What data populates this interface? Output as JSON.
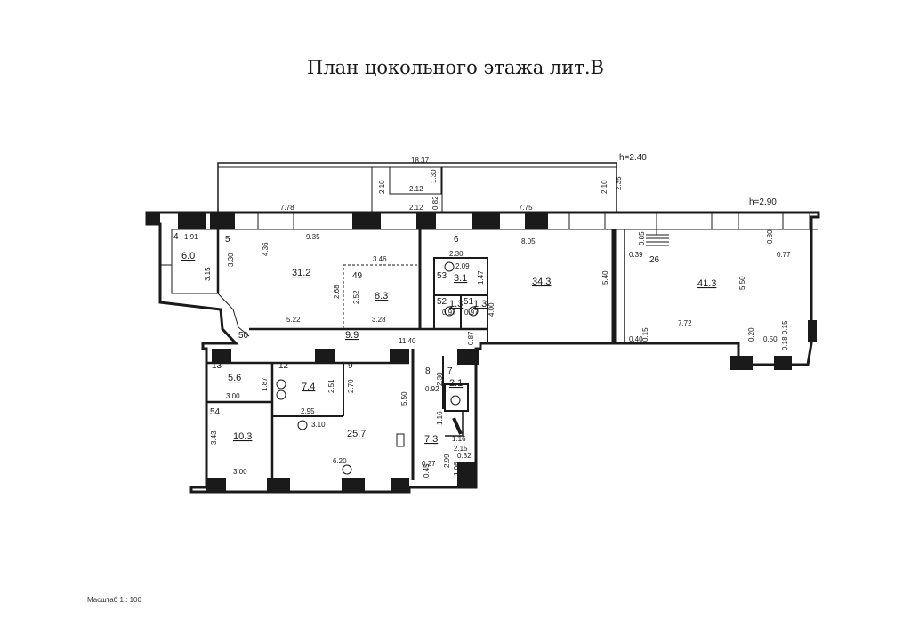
{
  "title": "План цокольного этажа  лит.В",
  "scale": "Масштаб  1 : 100",
  "heights": {
    "left": "h=2.40",
    "right": "h=2.90"
  },
  "rooms": [
    {
      "num": "4",
      "area": "6.0"
    },
    {
      "num": "5",
      "area": "31.2"
    },
    {
      "num": "49",
      "area": "8.3"
    },
    {
      "num": "6",
      "area": "34.3"
    },
    {
      "num": "53",
      "area": "3.1"
    },
    {
      "num": "52",
      "area": "1.3"
    },
    {
      "num": "51",
      "area": "1.3"
    },
    {
      "num": "26",
      "area": "41.3"
    },
    {
      "num": "50",
      "area": "9.9"
    },
    {
      "num": "13",
      "area": "5.6"
    },
    {
      "num": "12",
      "area": "7.4"
    },
    {
      "num": "9",
      "area": "25.7"
    },
    {
      "num": "8",
      "area": "7.3"
    },
    {
      "num": "7",
      "area": "2.1"
    },
    {
      "num": "54",
      "area": "10.3"
    }
  ],
  "dimensions": [
    "18.37",
    "2.10",
    "2.12",
    "1.30",
    "2.12",
    "0.82",
    "2.10",
    "2.35",
    "7.78",
    "7.75",
    "1.91",
    "9.35",
    "8.05",
    "0.85",
    "0.39",
    "0.80",
    "0.77",
    "4.36",
    "3.30",
    "3.15",
    "3.46",
    "2.30",
    "2.09",
    "2.68",
    "2.52",
    "1.47",
    "5.40",
    "5.50",
    "4.00",
    "0.97",
    "0.97",
    "5.22",
    "3.28",
    "11.40",
    "0.87",
    "0.40",
    "0.15",
    "0.20",
    "0.50",
    "0.15",
    "0.18",
    "7.72",
    "1.87",
    "3.00",
    "2.51",
    "2.70",
    "2.95",
    "2.30",
    "0.92",
    "5.50",
    "3.10",
    "1.16",
    "1.16",
    "2.15",
    "0.32",
    "3.43",
    "3.00",
    "6.20",
    "0.27",
    "0.45",
    "2.99",
    "1.06"
  ]
}
